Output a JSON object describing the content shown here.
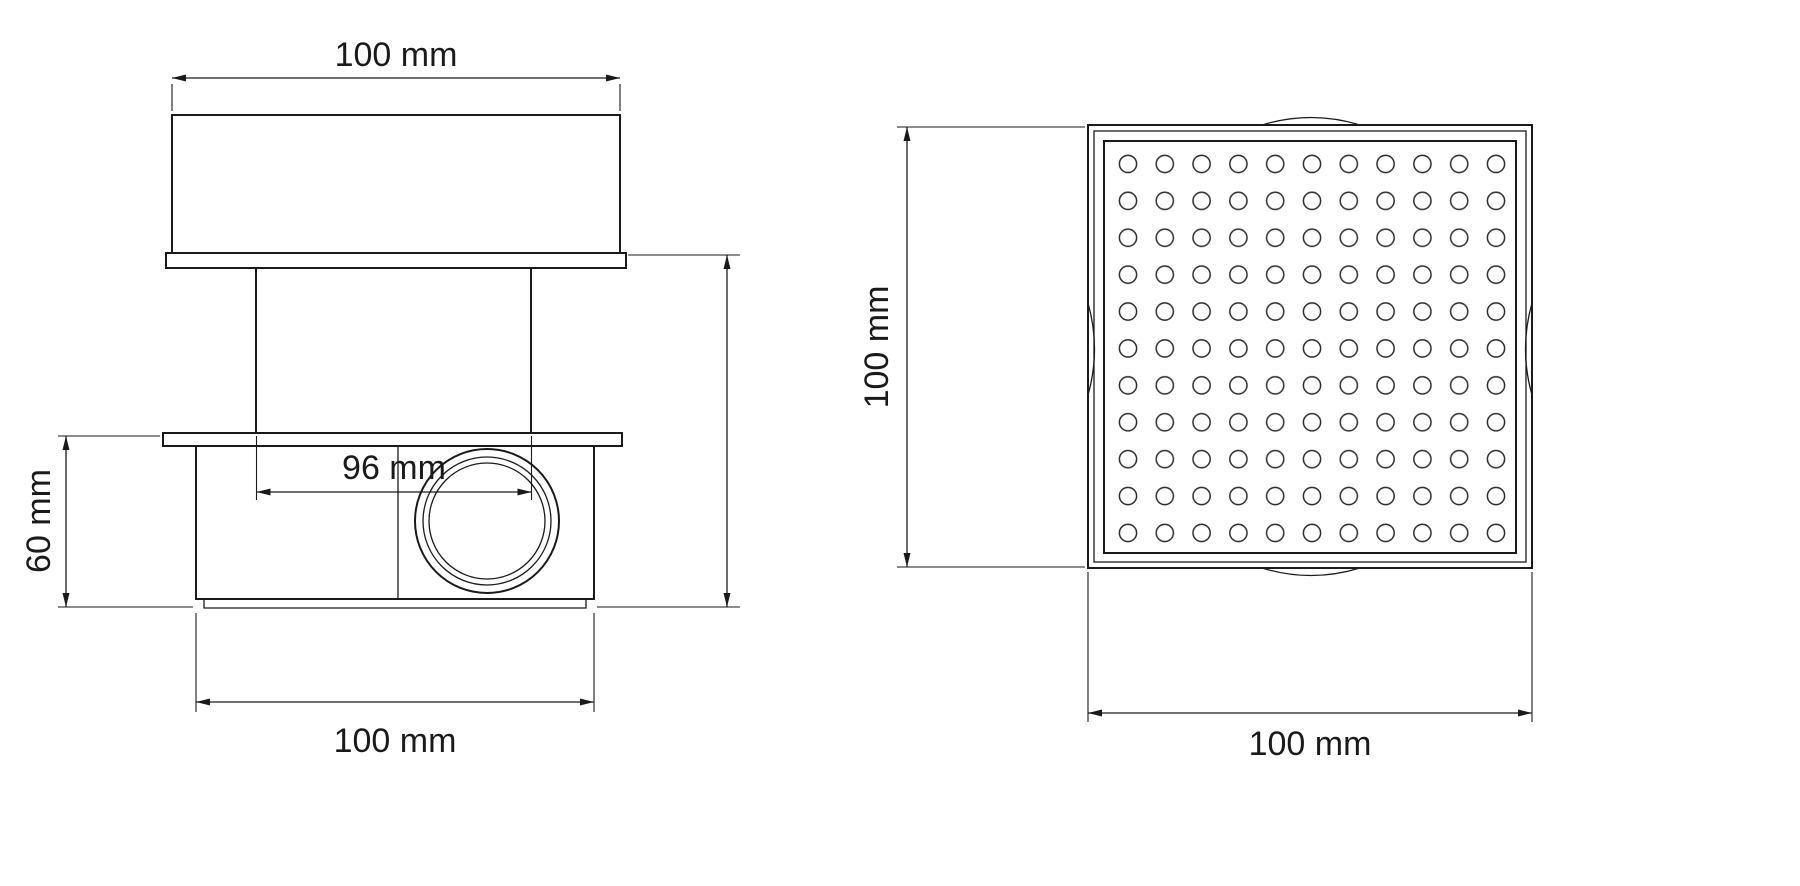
{
  "page": {
    "background_color": "#ffffff",
    "line_color": "#1a1a1a",
    "text_color": "#1a1a1a",
    "description": "Technical dimension drawing of a square floor drain: side elevation (left) and top plan view of grate (right)"
  },
  "side_view": {
    "view": "side elevation of floor drain with adjustable corrugated riser and side outlet pipe",
    "dims": {
      "top_width": "100 mm",
      "trap_width": "96 mm",
      "body_height": "60 mm",
      "bottom_width": "100 mm"
    }
  },
  "top_view": {
    "view": "top plan view of square perforated grate",
    "holes_grid": {
      "rows": 11,
      "cols": 11,
      "hole_shape": "circle"
    },
    "dims": {
      "side_height": "100 mm",
      "bottom_width": "100 mm"
    }
  }
}
